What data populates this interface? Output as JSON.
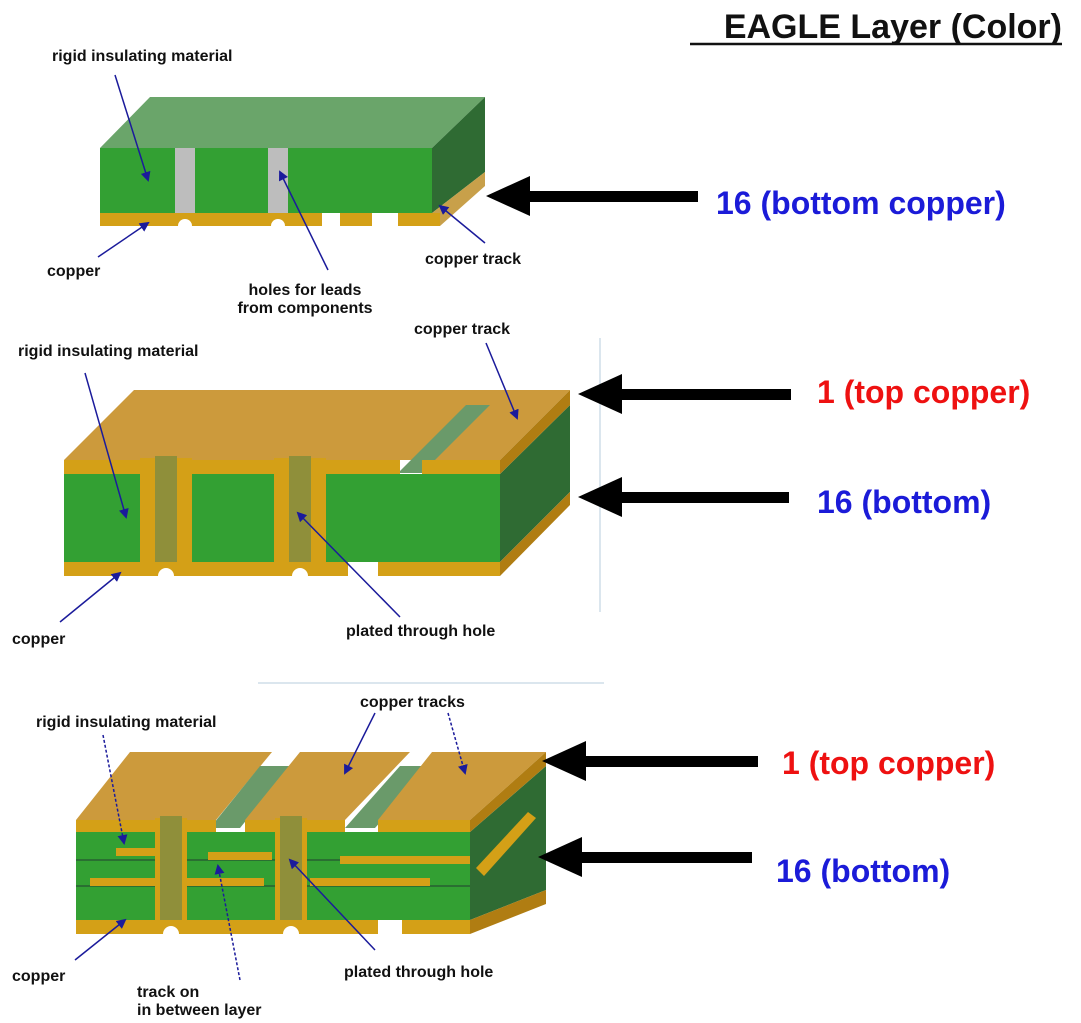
{
  "title": "EAGLE Layer (Color)",
  "colors": {
    "green": "#33a033",
    "green_dark": "#2a6f32",
    "green_top": "#6aa56a",
    "copper": "#d4a017",
    "copper_top": "#cc9a3c",
    "hole": "#bdbdbd",
    "arrow_black": "#000000",
    "layer_blue": "#1b1bd8",
    "layer_red": "#ee1111",
    "pointer_blue": "#1b1b9b"
  },
  "diagrams": [
    {
      "labels": {
        "insulating": "rigid insulating material",
        "copper": "copper",
        "holes_line1": "holes for leads",
        "holes_line2": "from components",
        "track": "copper track"
      },
      "layers": [
        {
          "text": "16 (bottom copper)",
          "color": "blue"
        }
      ]
    },
    {
      "labels": {
        "track": "copper track",
        "insulating": "rigid insulating material",
        "copper": "copper",
        "pth": "plated through hole"
      },
      "layers": [
        {
          "text": "1 (top copper)",
          "color": "red"
        },
        {
          "text": "16 (bottom)",
          "color": "blue"
        }
      ]
    },
    {
      "labels": {
        "insulating": "rigid insulating material",
        "tracks": "copper tracks",
        "copper": "copper",
        "inner_line1": "track on",
        "inner_line2": "in between layer",
        "pth": "plated through hole"
      },
      "layers": [
        {
          "text": "1 (top copper)",
          "color": "red"
        },
        {
          "text": "16 (bottom)",
          "color": "blue"
        }
      ]
    }
  ]
}
